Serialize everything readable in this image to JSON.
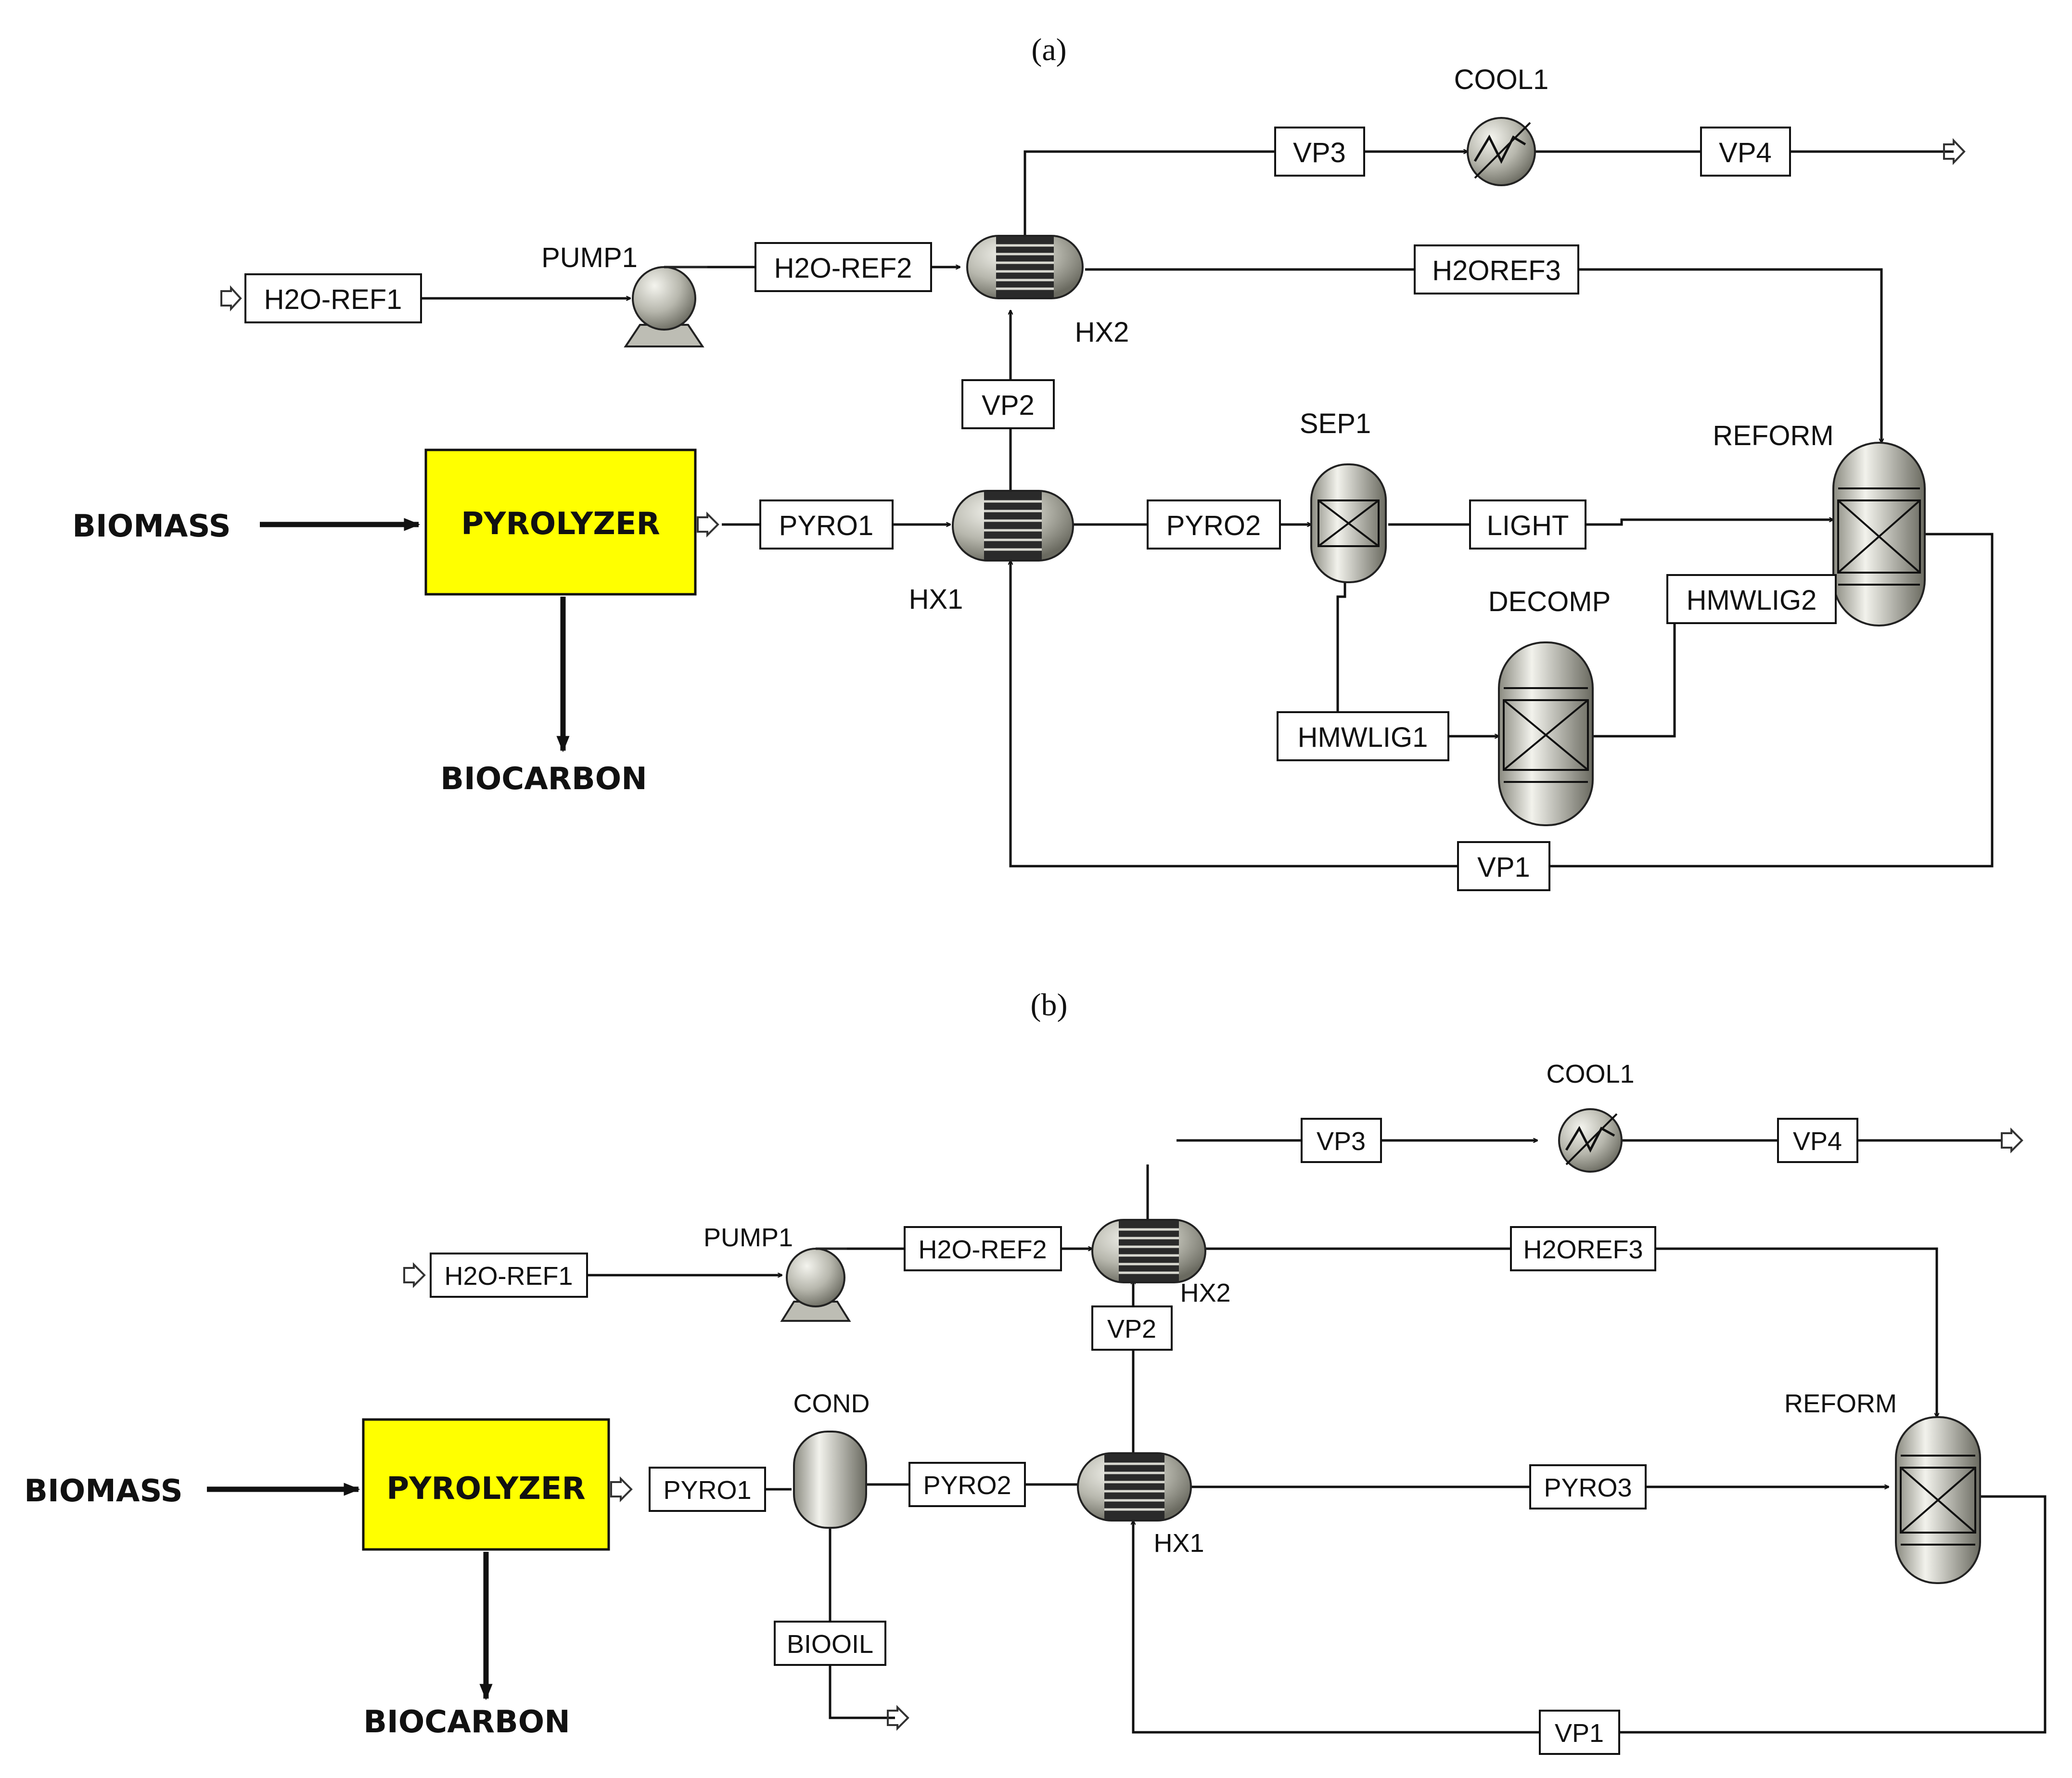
{
  "panels": [
    {
      "title": "(a)",
      "streams": [
        "H2O-REF1",
        "H2O-REF2",
        "H2OREF3",
        "VP1",
        "VP2",
        "VP3",
        "VP4",
        "PYRO1",
        "PYRO2",
        "LIGHT",
        "HMWLIG1",
        "HMWLIG2"
      ],
      "blocks": [
        "PUMP1",
        "HX1",
        "HX2",
        "COOL1",
        "SEP1",
        "DECOMP",
        "REFORM",
        "PYROLYZER"
      ],
      "external": [
        "BIOMASS",
        "BIOCARBON"
      ]
    },
    {
      "title": "(b)",
      "streams": [
        "H2O-REF1",
        "H2O-REF2",
        "H2OREF3",
        "VP1",
        "VP2",
        "VP3",
        "VP4",
        "PYRO1",
        "PYRO2",
        "PYRO3",
        "BIOOIL"
      ],
      "blocks": [
        "PUMP1",
        "COND",
        "HX1",
        "HX2",
        "COOL1",
        "REFORM",
        "PYROLYZER"
      ],
      "external": [
        "BIOMASS",
        "BIOCARBON"
      ]
    }
  ],
  "colors": {
    "pyrolyzer_fill": "#ffff00",
    "equipment_gradient": [
      "#f2f2ea",
      "#6e6e64"
    ]
  }
}
